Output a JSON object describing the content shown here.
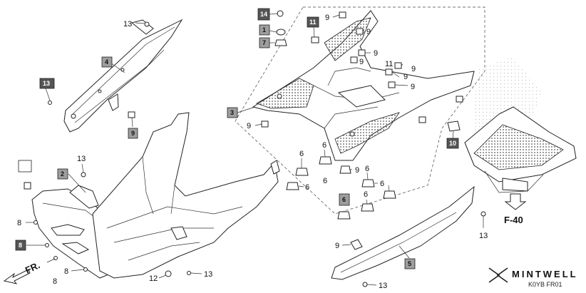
{
  "callouts": {
    "c_13_top": "13",
    "c_4": "4",
    "c_13_left": "13",
    "c_9_left": "9",
    "c_13_mid": "13",
    "c_2": "2",
    "c_8_a": "8",
    "c_8_box": "8",
    "c_8_b": "8",
    "c_8_c": "8",
    "c_12": "12",
    "c_13_bottom": "13",
    "c_14": "14",
    "c_1": "1",
    "c_7": "7",
    "c_11_box": "11",
    "c_3": "3",
    "c_9_a": "9",
    "c_9_b": "9",
    "c_9_c": "9",
    "c_9_d": "9",
    "c_11": "11",
    "c_9_e": "9",
    "c_9_f": "9",
    "c_9_g": "9",
    "c_6_a": "6",
    "c_6_b": "6",
    "c_6_c": "6",
    "c_6_d": "6",
    "c_6_e": "6",
    "c_6_box": "6",
    "c_6_f": "6",
    "c_10": "10",
    "c_13_right": "13",
    "c_9_h": "9",
    "c_5": "5",
    "c_13_br": "13"
  },
  "direction_label": "FR.",
  "reference_label": "F-40",
  "brand": "MINTWELL",
  "diagram_code": "K0YB FR01",
  "colors": {
    "line": "#222222",
    "label_box_fill": "#9e9e9e",
    "dark_box_fill": "#555555"
  }
}
